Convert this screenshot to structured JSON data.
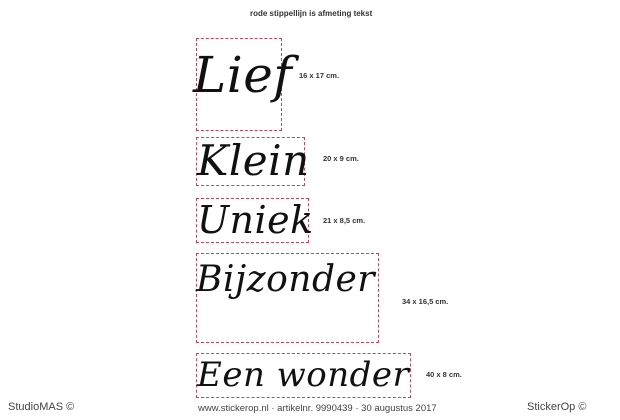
{
  "caption": "rode stippellijn is afmeting tekst",
  "items": [
    {
      "text": "Lief",
      "size": "16 x 17 cm."
    },
    {
      "text": "Klein",
      "size": "20 x 9 cm."
    },
    {
      "text": "Uniek",
      "size": "21 x 8,5 cm."
    },
    {
      "text": "Bijzonder",
      "size": "34 x 16,5 cm."
    },
    {
      "text": "Een wonder",
      "size": "40 x 8 cm."
    }
  ],
  "footer": {
    "left": "StudioMAS ©",
    "center": "www.stickerop.nl  ·  artikelnr. 9990439  ·  30 augustus 2017",
    "right": "StickerOp ©"
  },
  "colors": {
    "dash": "#c4435f"
  }
}
